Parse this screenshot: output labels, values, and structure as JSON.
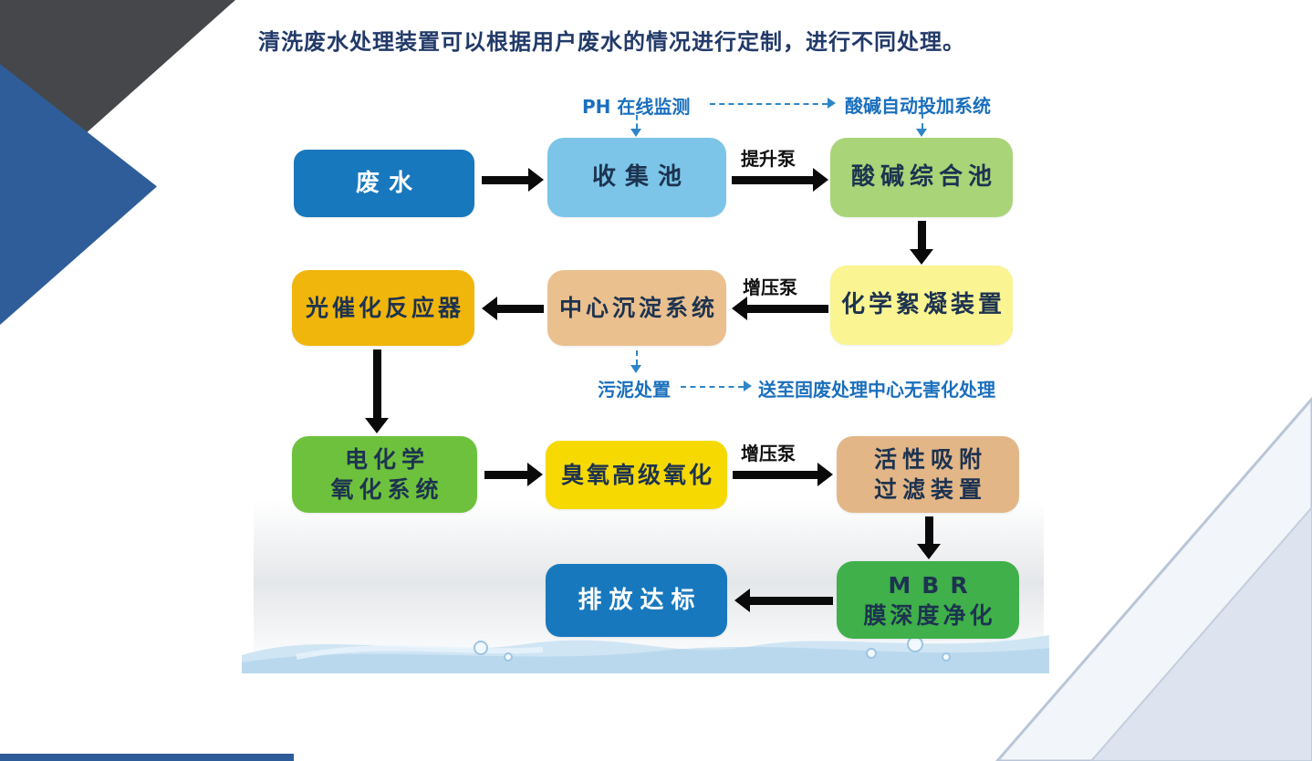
{
  "title": "清洗废水处理装置可以根据用户废水的情况进行定制，进行不同处理。",
  "nodes": {
    "wastewater": {
      "label": "废水"
    },
    "collection_tank": {
      "label": "收集池"
    },
    "acid_base_tank": {
      "label": "酸碱综合池"
    },
    "chemical_flocculation": {
      "label": "化学絮凝装置"
    },
    "central_sedimentation": {
      "label": "中心沉淀系统"
    },
    "photocatalytic_reactor": {
      "label": "光催化反应器"
    },
    "electrochemical_oxidation": {
      "line1": "电化学",
      "line2": "氧化系统"
    },
    "ozone_advanced_oxidation": {
      "label": "臭氧高级氧化"
    },
    "activated_adsorption_filter": {
      "line1": "活性吸附",
      "line2": "过滤装置"
    },
    "mbr_membrane": {
      "line1": "MBR",
      "line2": "膜深度净化"
    },
    "discharge_standard": {
      "label": "排放达标"
    }
  },
  "labels": {
    "ph_online_monitoring": "PH 在线监测",
    "acid_base_dosing_system": "酸碱自动投加系统",
    "lift_pump": "提升泵",
    "booster_pump_row2": "增压泵",
    "booster_pump_row3": "增压泵",
    "sludge_disposal": "污泥处置",
    "sludge_destination": "送至固废处理中心无害化处理"
  },
  "colors": {
    "wastewater_box": "#1878be",
    "collection_tank_box": "#7cc5e8",
    "acid_base_tank_box": "#a9d478",
    "chemical_flocculation_box": "#faf493",
    "central_sedimentation_box": "#eac08f",
    "photocatalytic_reactor_box": "#f1b60b",
    "electrochemical_box": "#6ec13d",
    "ozone_box": "#f7d902",
    "adsorption_box": "#e3b687",
    "mbr_box": "#3fb04a",
    "discharge_box": "#1878be",
    "annotation_blue": "#1a6fbd",
    "arrow_black": "#0a0a0a",
    "title_navy": "#223a69",
    "corner_triangle_fill": "#dde4ef",
    "side_triangle_blue": "#2f5d99",
    "side_triangle_gray": "#45474a"
  }
}
